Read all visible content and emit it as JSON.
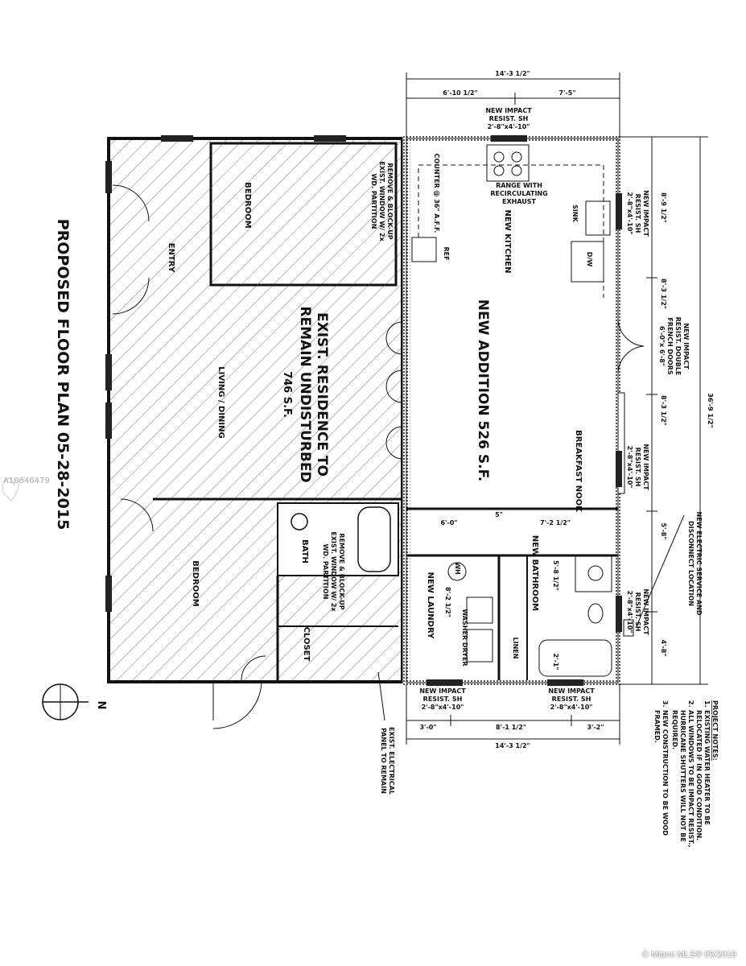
{
  "title": "PROPOSED FLOOR PLAN 05-28-2015",
  "watermark": "A10646479",
  "footer": "© Miami MLS® 05/2019",
  "north_label": "N",
  "existing": {
    "line1": "EXIST. RESIDENCE TO",
    "line2": "REMAIN UNDISTURBED",
    "area": "746 S.F.",
    "rooms": {
      "bedroom_top": "BEDROOM",
      "entry": "ENTRY",
      "living": "LIVING / DINING",
      "bedroom_bottom": "BEDROOM",
      "bath": "BATH",
      "closet": "CLOSET"
    },
    "block_note": [
      "REMOVE & BLOCK-UP",
      "EXIST. WINDOW W/ 2x",
      "WD. PARTITION"
    ],
    "panel_note": [
      "EXIST. ELECTRICAL",
      "PANEL TO REMAIN"
    ]
  },
  "addition": {
    "title": "NEW ADDITION 526 S.F.",
    "kitchen": "NEW KITCHEN",
    "nook": "BREAKFAST NOOK",
    "laundry": "NEW LAUNDRY",
    "bathroom": "NEW BATHROOM",
    "range": [
      "RANGE WITH",
      "RECIRCULATING",
      "EXHAUST"
    ],
    "counter": "COUNTER @ 36\" A.F.F.",
    "ref": "REF",
    "sink": "SINK",
    "dw": "D/W",
    "wh": "WH",
    "washer_dryer": "WASHER DRYER",
    "linen": "LINEN",
    "laundry_dim": "8'-2 1/2\"",
    "bath_dim": "5'-8 1/2\"",
    "tub_dim": "2'-1\"",
    "int_dims": [
      "6'-0\"",
      "5\"",
      "7'-2 1/2\""
    ]
  },
  "windows": {
    "impact": [
      "NEW IMPACT",
      "RESIST. SH",
      "2'-8\"x4'-10\""
    ],
    "french": [
      "NEW IMPACT",
      "RESIST. DOUBLE",
      "FRENCH DOORS",
      "6'-0\"x 6'-8\""
    ],
    "electric": [
      "NEW ELECTRIC SERVICE AND",
      "DISCONNECT LOCATION"
    ]
  },
  "dimensions": {
    "top_total": "14'-3 1/2\"",
    "top_a": "6'-10 1/2\"",
    "top_b": "7'-5\"",
    "right": [
      "8'-9 1/2\"",
      "8'-3 1/2\"",
      "8'-3 1/2\"",
      "5'-8\"",
      "4'-8\""
    ],
    "right_total": "36'-9 1/2\"",
    "bottom": [
      "3'-0\"",
      "8'-1 1/2\"",
      "3'-2\""
    ],
    "bottom_total": "14'-3 1/2\""
  },
  "notes": {
    "heading": "PROJECT NOTES:",
    "items": [
      [
        "1.",
        "EXISTING WATER HEATER TO BE",
        "RELOCATED IF IN GOOD CONDITION."
      ],
      [
        "2.",
        "ALL WINDOWS TO BE IMPACT RESIST.,",
        "HURRICANE SHUTTERS WILL NOT BE",
        "REQUIRED."
      ],
      [
        "3.",
        "NEW CONSTRUCTION TO BE WOOD",
        "FRAMED."
      ]
    ]
  }
}
